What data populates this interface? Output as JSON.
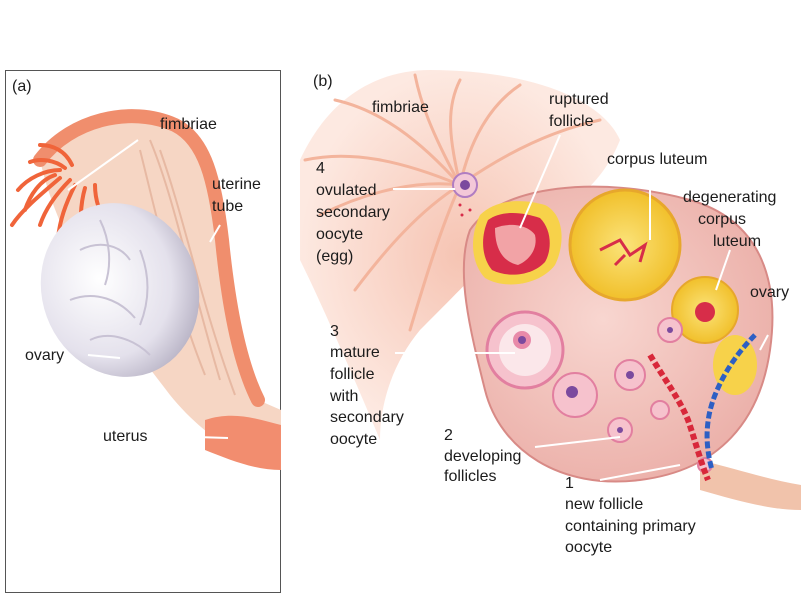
{
  "panel_a": {
    "tag": "(a)",
    "labels": {
      "fimbriae": "fimbriae",
      "uterine_tube": [
        "uterine",
        "tube"
      ],
      "ovary": "ovary",
      "uterus": "uterus"
    }
  },
  "panel_b": {
    "tag": "(b)",
    "labels": {
      "fimbriae": "fimbriae",
      "ruptured_follicle": [
        "ruptured",
        "follicle"
      ],
      "corpus_luteum": "corpus luteum",
      "degenerating_corpus_luteum": [
        "degenerating",
        "corpus",
        "luteum"
      ],
      "ovary": "ovary",
      "ovulated_oocyte": [
        "4",
        "ovulated",
        "secondary",
        "oocyte",
        "(egg)"
      ],
      "mature_follicle": [
        "3",
        "mature",
        "follicle",
        "with",
        "secondary",
        "oocyte"
      ],
      "developing_follicles": [
        "2",
        "developing",
        "follicles"
      ],
      "new_follicle": [
        "1",
        "new follicle",
        "containing primary",
        "oocyte"
      ]
    }
  },
  "colors": {
    "leader_line": "#ffffff",
    "tube_pink": "#f3a489",
    "fimbriae_orange": "#f0643a",
    "ovary_white": "#e9e6ef",
    "ovary_tissue": "#f3c2bc",
    "follicle_pink": "#ec8fb2",
    "ruptured_red": "#d72d49",
    "corpus_yellow": "#f7d24a",
    "artery_red": "#d8283a",
    "vein_blue": "#2d5fc4"
  }
}
